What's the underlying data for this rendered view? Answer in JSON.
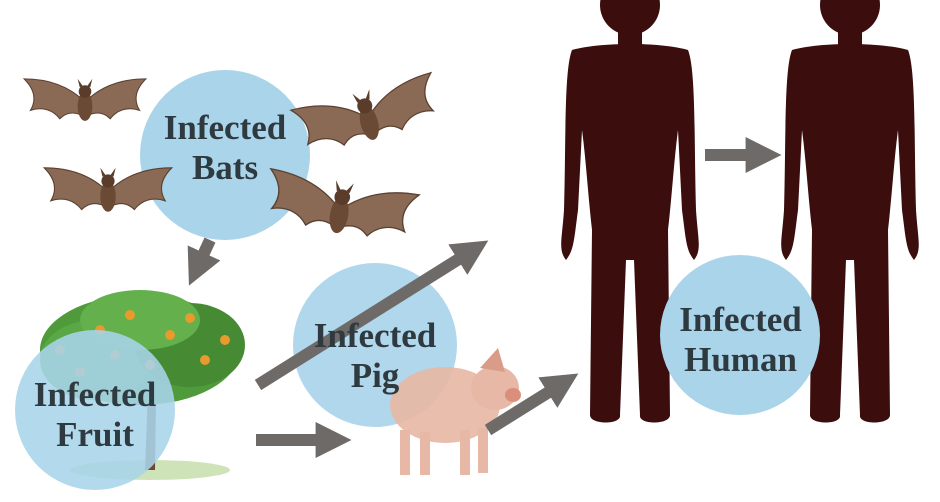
{
  "nodes": {
    "bats": {
      "line1": "Infected",
      "line2": "Bats"
    },
    "fruit": {
      "line1": "Infected",
      "line2": "Fruit"
    },
    "pig": {
      "line1": "Infected",
      "line2": "Pig"
    },
    "human": {
      "line1": "Infected",
      "line2": "Human"
    }
  },
  "colors": {
    "circle": "#a9d4ea",
    "arrow": "#6e6a68",
    "silhouette": "#3b0d0d",
    "bat": "#8a6a55",
    "tree_leaf": "#4f9a3a",
    "fruit": "#e89a2c",
    "pig": "#e7b8a5"
  },
  "icons": [
    "bat-icon",
    "tree-icon",
    "pig-icon",
    "human-silhouette-icon"
  ]
}
